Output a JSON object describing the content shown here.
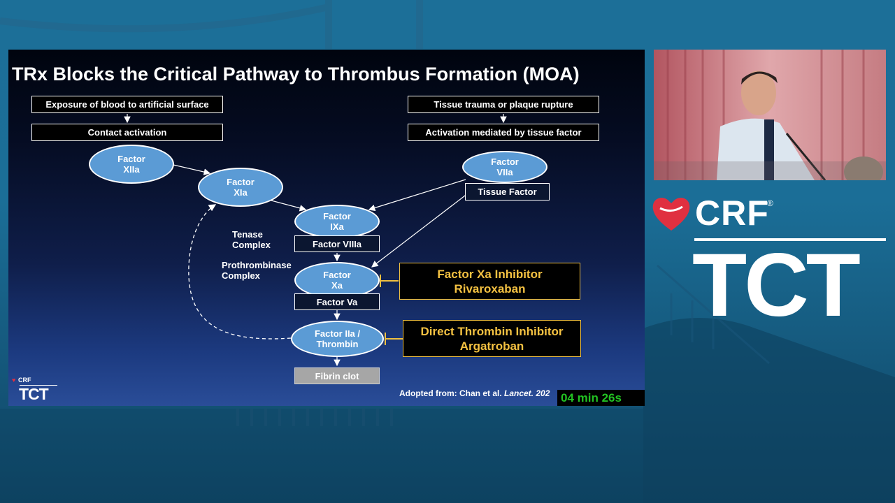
{
  "slide": {
    "title": "TRx  Blocks the Critical Pathway to Thrombus Formation (MOA)",
    "boxes": {
      "exposure": "Exposure of blood to artificial surface",
      "contact": "Contact activation",
      "trauma": "Tissue trauma or plaque rupture",
      "tf_activation": "Activation mediated by tissue factor",
      "tissue_factor": "Tissue Factor",
      "factor_viiia": "Factor VIIIa",
      "factor_va": "Factor Va",
      "fibrin": "Fibrin clot"
    },
    "nodes": {
      "xiia_1": "Factor",
      "xiia_2": "XIIa",
      "xia_1": "Factor",
      "xia_2": "XIa",
      "viia_1": "Factor",
      "viia_2": "VIIa",
      "ixa_1": "Factor",
      "ixa_2": "IXa",
      "xa_1": "Factor",
      "xa_2": "Xa",
      "iia_1": "Factor IIa /",
      "iia_2": "Thrombin"
    },
    "labels": {
      "tenase_1": "Tenase",
      "tenase_2": "Complex",
      "prothrombinase_1": "Prothrombinase",
      "prothrombinase_2": "Complex"
    },
    "inhibitors": {
      "xa_line1": "Factor Xa Inhibitor",
      "xa_line2": "Rivaroxaban",
      "dti_line1": "Direct Thrombin Inhibitor",
      "dti_line2": "Argatroban"
    },
    "citation_prefix": "Adopted from: Chan et al. ",
    "citation_journal": "Lancet. 202",
    "timer": "04 min 26s",
    "logo_crf": "CRF",
    "logo_tct": "TCT"
  },
  "brand": {
    "crf": "CRF",
    "registered": "®",
    "tct": "TCT"
  },
  "colors": {
    "node_fill": "#5b9bd5",
    "inhibitor_text": "#f5c242",
    "timer_text": "#22c222",
    "heart": "#e03040"
  }
}
